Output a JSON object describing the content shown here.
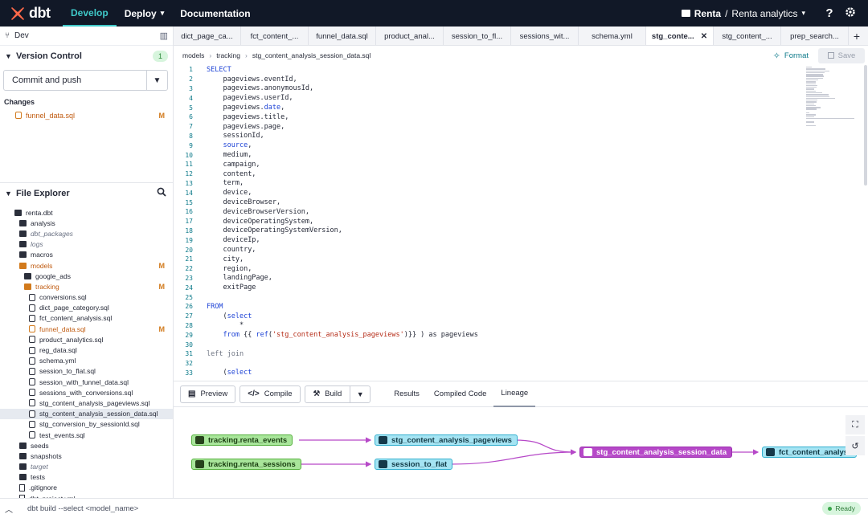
{
  "nav": {
    "logo_text": "dbt",
    "develop": "Develop",
    "deploy": "Deploy",
    "documentation": "Documentation",
    "account": "Renta",
    "separator": "/",
    "project": "Renta analytics",
    "help": "?",
    "accent": "#3fc9c9"
  },
  "sidebar": {
    "env": "Dev",
    "version_control": {
      "title": "Version Control",
      "badge": "1",
      "commit_label": "Commit and push",
      "changes_title": "Changes",
      "changes": [
        {
          "name": "funnel_data.sql",
          "status": "M"
        }
      ]
    },
    "explorer": {
      "title": "File Explorer",
      "items": [
        {
          "name": "renta.dbt",
          "kind": "open-folder",
          "depth": 0,
          "state": ""
        },
        {
          "name": "analysis",
          "kind": "folder",
          "depth": 1,
          "state": ""
        },
        {
          "name": "dbt_packages",
          "kind": "folder",
          "depth": 1,
          "state": "italic"
        },
        {
          "name": "logs",
          "kind": "folder",
          "depth": 1,
          "state": "italic"
        },
        {
          "name": "macros",
          "kind": "folder",
          "depth": 1,
          "state": ""
        },
        {
          "name": "models",
          "kind": "open-folder",
          "depth": 1,
          "state": "modified",
          "status": "M"
        },
        {
          "name": "google_ads",
          "kind": "folder",
          "depth": 2,
          "state": ""
        },
        {
          "name": "tracking",
          "kind": "open-folder",
          "depth": 2,
          "state": "modified",
          "status": "M"
        },
        {
          "name": "conversions.sql",
          "kind": "file",
          "depth": 3,
          "state": ""
        },
        {
          "name": "dict_page_category.sql",
          "kind": "file",
          "depth": 3,
          "state": ""
        },
        {
          "name": "fct_content_analysis.sql",
          "kind": "file",
          "depth": 3,
          "state": ""
        },
        {
          "name": "funnel_data.sql",
          "kind": "file",
          "depth": 3,
          "state": "modified",
          "status": "M"
        },
        {
          "name": "product_analytics.sql",
          "kind": "file",
          "depth": 3,
          "state": ""
        },
        {
          "name": "reg_data.sql",
          "kind": "file",
          "depth": 3,
          "state": ""
        },
        {
          "name": "schema.yml",
          "kind": "file",
          "depth": 3,
          "state": ""
        },
        {
          "name": "session_to_flat.sql",
          "kind": "file",
          "depth": 3,
          "state": ""
        },
        {
          "name": "session_with_funnel_data.sql",
          "kind": "file",
          "depth": 3,
          "state": ""
        },
        {
          "name": "sessions_with_conversions.sql",
          "kind": "file",
          "depth": 3,
          "state": ""
        },
        {
          "name": "stg_content_analysis_pageviews.sql",
          "kind": "file",
          "depth": 3,
          "state": ""
        },
        {
          "name": "stg_content_analysis_session_data.sql",
          "kind": "file",
          "depth": 3,
          "state": "selected"
        },
        {
          "name": "stg_conversion_by_sessionId.sql",
          "kind": "file",
          "depth": 3,
          "state": ""
        },
        {
          "name": "test_events.sql",
          "kind": "file",
          "depth": 3,
          "state": ""
        },
        {
          "name": "seeds",
          "kind": "folder",
          "depth": 1,
          "state": ""
        },
        {
          "name": "snapshots",
          "kind": "folder",
          "depth": 1,
          "state": ""
        },
        {
          "name": "target",
          "kind": "folder",
          "depth": 1,
          "state": "italic"
        },
        {
          "name": "tests",
          "kind": "folder",
          "depth": 1,
          "state": ""
        },
        {
          "name": ".gitignore",
          "kind": "doc",
          "depth": 1,
          "state": ""
        },
        {
          "name": "dbt_project.yml",
          "kind": "doc",
          "depth": 1,
          "state": ""
        }
      ]
    }
  },
  "tabs": [
    {
      "label": "dict_page_ca...",
      "active": false
    },
    {
      "label": "fct_content_...",
      "active": false
    },
    {
      "label": "funnel_data.sql",
      "active": false
    },
    {
      "label": "product_anal...",
      "active": false
    },
    {
      "label": "session_to_fl...",
      "active": false
    },
    {
      "label": "sessions_wit...",
      "active": false
    },
    {
      "label": "schema.yml",
      "active": false
    },
    {
      "label": "stg_conte...",
      "active": true
    },
    {
      "label": "stg_content_...",
      "active": false
    },
    {
      "label": "prep_search...",
      "active": false
    }
  ],
  "tab_add": "+",
  "tab_close": "✕",
  "breadcrumb": [
    "models",
    "tracking",
    "stg_content_analysis_session_data.sql"
  ],
  "editor": {
    "format_label": "Format",
    "save_label": "Save",
    "lines": [
      {
        "n": "1",
        "indent": "",
        "tokens": [
          {
            "t": "SELECT",
            "c": "kw"
          }
        ]
      },
      {
        "n": "2",
        "indent": "    ",
        "tokens": [
          {
            "t": "pageviews.eventId,",
            "c": ""
          }
        ]
      },
      {
        "n": "3",
        "indent": "    ",
        "tokens": [
          {
            "t": "pageviews.anonymousId,",
            "c": ""
          }
        ]
      },
      {
        "n": "4",
        "indent": "    ",
        "tokens": [
          {
            "t": "pageviews.userId,",
            "c": ""
          }
        ]
      },
      {
        "n": "5",
        "indent": "    ",
        "tokens": [
          {
            "t": "pageviews.",
            "c": ""
          },
          {
            "t": "date",
            "c": "kw"
          },
          {
            "t": ",",
            "c": ""
          }
        ]
      },
      {
        "n": "6",
        "indent": "    ",
        "tokens": [
          {
            "t": "pageviews.title,",
            "c": ""
          }
        ]
      },
      {
        "n": "7",
        "indent": "    ",
        "tokens": [
          {
            "t": "pageviews.page,",
            "c": ""
          }
        ]
      },
      {
        "n": "8",
        "indent": "    ",
        "tokens": [
          {
            "t": "sessionId,",
            "c": ""
          }
        ]
      },
      {
        "n": "9",
        "indent": "    ",
        "tokens": [
          {
            "t": "source",
            "c": "kw"
          },
          {
            "t": ",",
            "c": ""
          }
        ]
      },
      {
        "n": "10",
        "indent": "    ",
        "tokens": [
          {
            "t": "medium,",
            "c": ""
          }
        ]
      },
      {
        "n": "11",
        "indent": "    ",
        "tokens": [
          {
            "t": "campaign,",
            "c": ""
          }
        ]
      },
      {
        "n": "12",
        "indent": "    ",
        "tokens": [
          {
            "t": "content,",
            "c": ""
          }
        ]
      },
      {
        "n": "13",
        "indent": "    ",
        "tokens": [
          {
            "t": "term,",
            "c": ""
          }
        ]
      },
      {
        "n": "14",
        "indent": "    ",
        "tokens": [
          {
            "t": "device,",
            "c": ""
          }
        ]
      },
      {
        "n": "15",
        "indent": "    ",
        "tokens": [
          {
            "t": "deviceBrowser,",
            "c": ""
          }
        ]
      },
      {
        "n": "16",
        "indent": "    ",
        "tokens": [
          {
            "t": "deviceBrowserVersion,",
            "c": ""
          }
        ]
      },
      {
        "n": "17",
        "indent": "    ",
        "tokens": [
          {
            "t": "deviceOperatingSystem,",
            "c": ""
          }
        ]
      },
      {
        "n": "18",
        "indent": "    ",
        "tokens": [
          {
            "t": "deviceOperatingSystemVersion,",
            "c": ""
          }
        ]
      },
      {
        "n": "19",
        "indent": "    ",
        "tokens": [
          {
            "t": "deviceIp,",
            "c": ""
          }
        ]
      },
      {
        "n": "20",
        "indent": "    ",
        "tokens": [
          {
            "t": "country,",
            "c": ""
          }
        ]
      },
      {
        "n": "21",
        "indent": "    ",
        "tokens": [
          {
            "t": "city,",
            "c": ""
          }
        ]
      },
      {
        "n": "22",
        "indent": "    ",
        "tokens": [
          {
            "t": "region,",
            "c": ""
          }
        ]
      },
      {
        "n": "23",
        "indent": "    ",
        "tokens": [
          {
            "t": "landingPage,",
            "c": ""
          }
        ]
      },
      {
        "n": "24",
        "indent": "    ",
        "tokens": [
          {
            "t": "exitPage",
            "c": ""
          }
        ]
      },
      {
        "n": "25",
        "indent": "",
        "tokens": []
      },
      {
        "n": "26",
        "indent": "",
        "tokens": [
          {
            "t": "FROM",
            "c": "kw"
          }
        ]
      },
      {
        "n": "27",
        "indent": "    ",
        "tokens": [
          {
            "t": "(",
            "c": ""
          },
          {
            "t": "select",
            "c": "kw"
          }
        ]
      },
      {
        "n": "28",
        "indent": "        ",
        "tokens": [
          {
            "t": "*",
            "c": ""
          }
        ]
      },
      {
        "n": "29",
        "indent": "    ",
        "tokens": [
          {
            "t": "from",
            "c": "kw"
          },
          {
            "t": " {{ ",
            "c": ""
          },
          {
            "t": "ref",
            "c": "fn"
          },
          {
            "t": "(",
            "c": ""
          },
          {
            "t": "'stg_content_analysis_pageviews'",
            "c": "str"
          },
          {
            "t": ")}} ) as pageviews",
            "c": ""
          }
        ]
      },
      {
        "n": "30",
        "indent": "",
        "tokens": []
      },
      {
        "n": "31",
        "indent": "",
        "tokens": [
          {
            "t": "left join",
            "c": "cm"
          }
        ]
      },
      {
        "n": "32",
        "indent": "",
        "tokens": []
      },
      {
        "n": "33",
        "indent": "    ",
        "tokens": [
          {
            "t": "(",
            "c": ""
          },
          {
            "t": "select",
            "c": "kw"
          }
        ]
      }
    ]
  },
  "panel": {
    "preview": "Preview",
    "compile": "Compile",
    "build": "Build",
    "tabs": [
      "Results",
      "Compiled Code",
      "Lineage"
    ],
    "active_tab": "Lineage"
  },
  "lineage": {
    "nodes": [
      {
        "id": "n1",
        "label": "tracking.renta_events",
        "kind": "source"
      },
      {
        "id": "n2",
        "label": "tracking.renta_sessions",
        "kind": "source"
      },
      {
        "id": "n3",
        "label": "stg_content_analysis_pageviews",
        "kind": "model"
      },
      {
        "id": "n4",
        "label": "session_to_flat",
        "kind": "model"
      },
      {
        "id": "n5",
        "label": "stg_content_analysis_session_data",
        "kind": "current"
      },
      {
        "id": "n6",
        "label": "fct_content_analysis",
        "kind": "model"
      }
    ],
    "edge_color": "#b648c8"
  },
  "status": {
    "command": "dbt build --select <model_name>",
    "ready": "Ready"
  }
}
